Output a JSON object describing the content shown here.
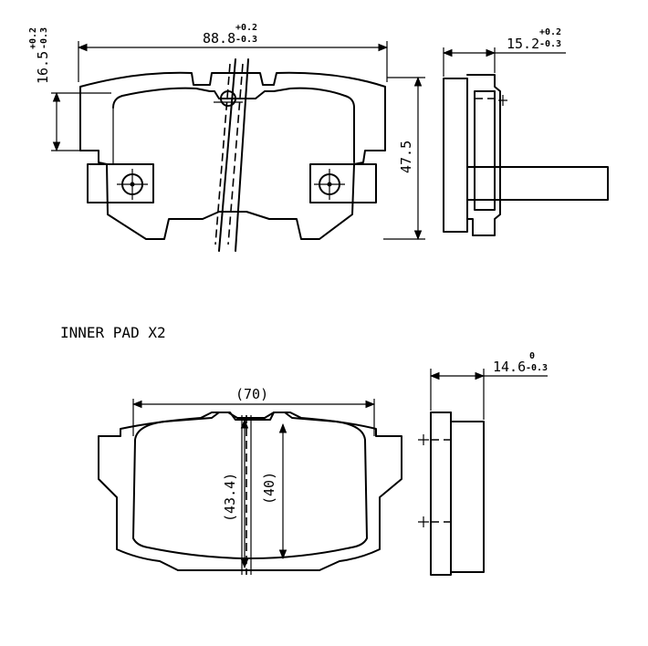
{
  "outer_pad": {
    "width_dim": {
      "value": "88.8",
      "tol_upper": "+0.2",
      "tol_lower": "-0.3"
    },
    "height_dim": {
      "value": "47.5"
    },
    "edge_dim": {
      "value": "16.5",
      "tol_upper": "+0.2",
      "tol_lower": "-0.3"
    },
    "thickness_dim": {
      "value": "15.2",
      "tol_upper": "+0.2",
      "tol_lower": "-0.3"
    }
  },
  "inner_pad": {
    "caption": "INNER PAD X2",
    "width_dim": {
      "value": "(70)"
    },
    "height_dim_a": {
      "value": "(43.4)"
    },
    "height_dim_b": {
      "value": "(40)"
    },
    "thickness_dim": {
      "value": "14.6",
      "tol_upper": "0",
      "tol_lower": "-0.3"
    }
  }
}
